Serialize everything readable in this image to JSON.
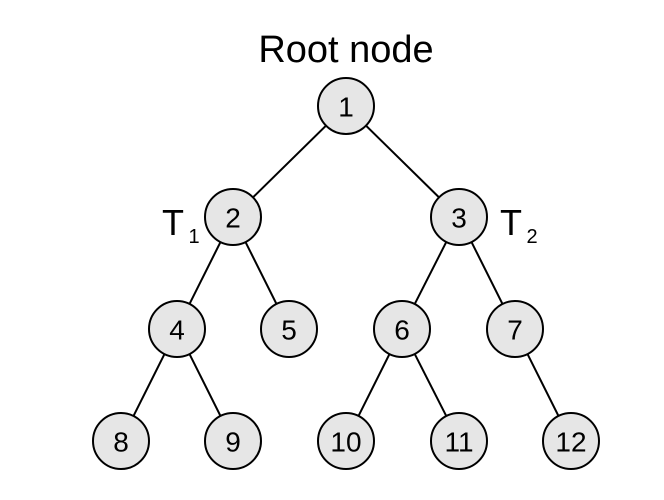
{
  "title": "Root node",
  "colors": {
    "node_fill": "#e6e6e6",
    "stroke": "#000000",
    "text": "#000000"
  },
  "nodes": [
    {
      "id": "1",
      "label": "1"
    },
    {
      "id": "2",
      "label": "2"
    },
    {
      "id": "3",
      "label": "3"
    },
    {
      "id": "4",
      "label": "4"
    },
    {
      "id": "5",
      "label": "5"
    },
    {
      "id": "6",
      "label": "6"
    },
    {
      "id": "7",
      "label": "7"
    },
    {
      "id": "8",
      "label": "8"
    },
    {
      "id": "9",
      "label": "9"
    },
    {
      "id": "10",
      "label": "10"
    },
    {
      "id": "11",
      "label": "11"
    },
    {
      "id": "12",
      "label": "12"
    }
  ],
  "edges": [
    [
      "1",
      "2"
    ],
    [
      "1",
      "3"
    ],
    [
      "2",
      "4"
    ],
    [
      "2",
      "5"
    ],
    [
      "3",
      "6"
    ],
    [
      "3",
      "7"
    ],
    [
      "4",
      "8"
    ],
    [
      "4",
      "9"
    ],
    [
      "6",
      "10"
    ],
    [
      "6",
      "11"
    ],
    [
      "7",
      "12"
    ]
  ],
  "subtree_labels": [
    {
      "main": "T",
      "index": "1"
    },
    {
      "main": "T",
      "index": "2"
    }
  ]
}
